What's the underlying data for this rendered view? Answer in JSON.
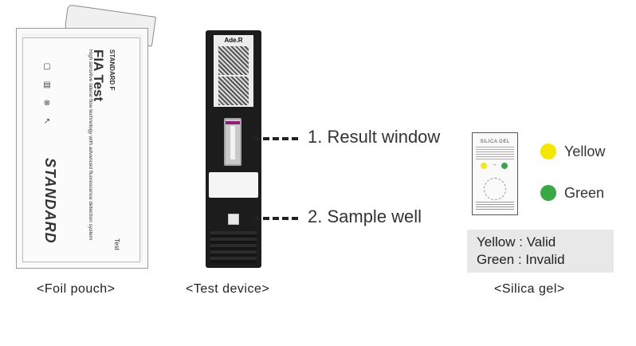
{
  "pouch": {
    "brand_small": "STANDARD F",
    "product": "FIA Test",
    "description": "High sensitive lateral flow technology with advanced fluorescence detection system",
    "logo": "STANDARD",
    "corner_text": "Test",
    "caption": "<Foil pouch>"
  },
  "device": {
    "label_text": "Ade.R",
    "caption": "<Test device>"
  },
  "callouts": {
    "result_window": "1. Result window",
    "sample_well": "2. Sample well"
  },
  "silica": {
    "gel_title": "SILICA GEL",
    "legend": [
      {
        "label": "Yellow",
        "color": "#f5e600"
      },
      {
        "label": "Green",
        "color": "#3aa845"
      }
    ],
    "status": {
      "valid": "Yellow : Valid",
      "invalid": "Green : Invalid"
    },
    "caption": "<Silica gel>"
  }
}
